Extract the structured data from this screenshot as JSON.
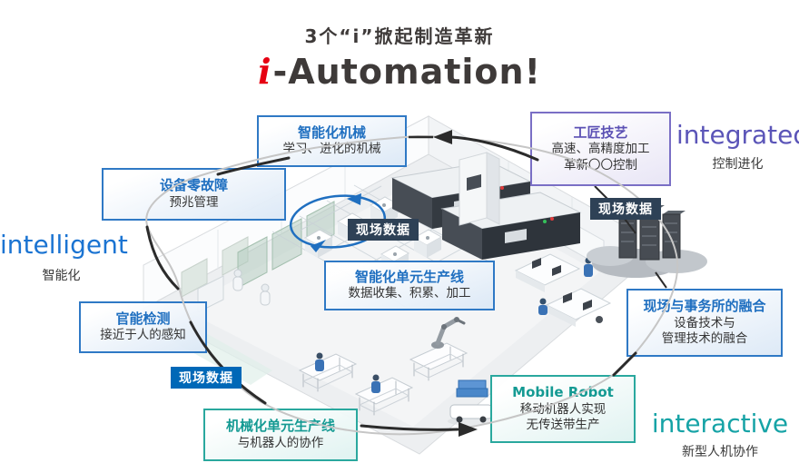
{
  "header": {
    "title": "3个“i”掀起制造革新",
    "logo": {
      "i": "i",
      "rest": "-Automation!"
    }
  },
  "keywords": {
    "integrated": {
      "word": "integrated",
      "caption": "控制进化"
    },
    "intelligent": {
      "word": "intelligent",
      "caption": "智能化"
    },
    "interactive": {
      "word": "interactive",
      "caption": "新型人机协作"
    }
  },
  "callouts": {
    "smart_machine": {
      "title": "智能化机械",
      "line1": "学习、进化的机械"
    },
    "craftsmanship": {
      "title": "工匠技艺",
      "line1": "高速、高精度加工",
      "line2": "革新〇〇控制"
    },
    "zero_failure": {
      "title": "设备零故障",
      "line1": "预兆管理"
    },
    "sensory_inspection": {
      "title": "官能检测",
      "line1": "接近于人的感知"
    },
    "smart_cell_line": {
      "title": "智能化单元生产线",
      "line1": "数据收集、积累、加工"
    },
    "site_office_fusion": {
      "title": "现场与事务所的融合",
      "line1": "设备技术与",
      "line2": "管理技术的融合"
    },
    "mobile_robot": {
      "title": "Mobile Robot",
      "line1": "移动机器人实现",
      "line2": "无传送带生产"
    },
    "mechanized_cell_line": {
      "title": "机械化单元生产线",
      "line1": "与机器人的协作"
    }
  },
  "badges": {
    "left": "现场数据",
    "center": "现场数据",
    "right": "现场数据"
  },
  "colors": {
    "blue": "#1f6fc0",
    "purple": "#5b50b4",
    "teal": "#149a93",
    "badge_blue": "#0068b7",
    "badge_navy": "#2e4156",
    "logo_red": "#e60012",
    "logo_dark": "#3e3a39",
    "intelligent_blue": "#1b74d2",
    "integrated_purple": "#5b55b8",
    "interactive_teal": "#16a3a6"
  }
}
